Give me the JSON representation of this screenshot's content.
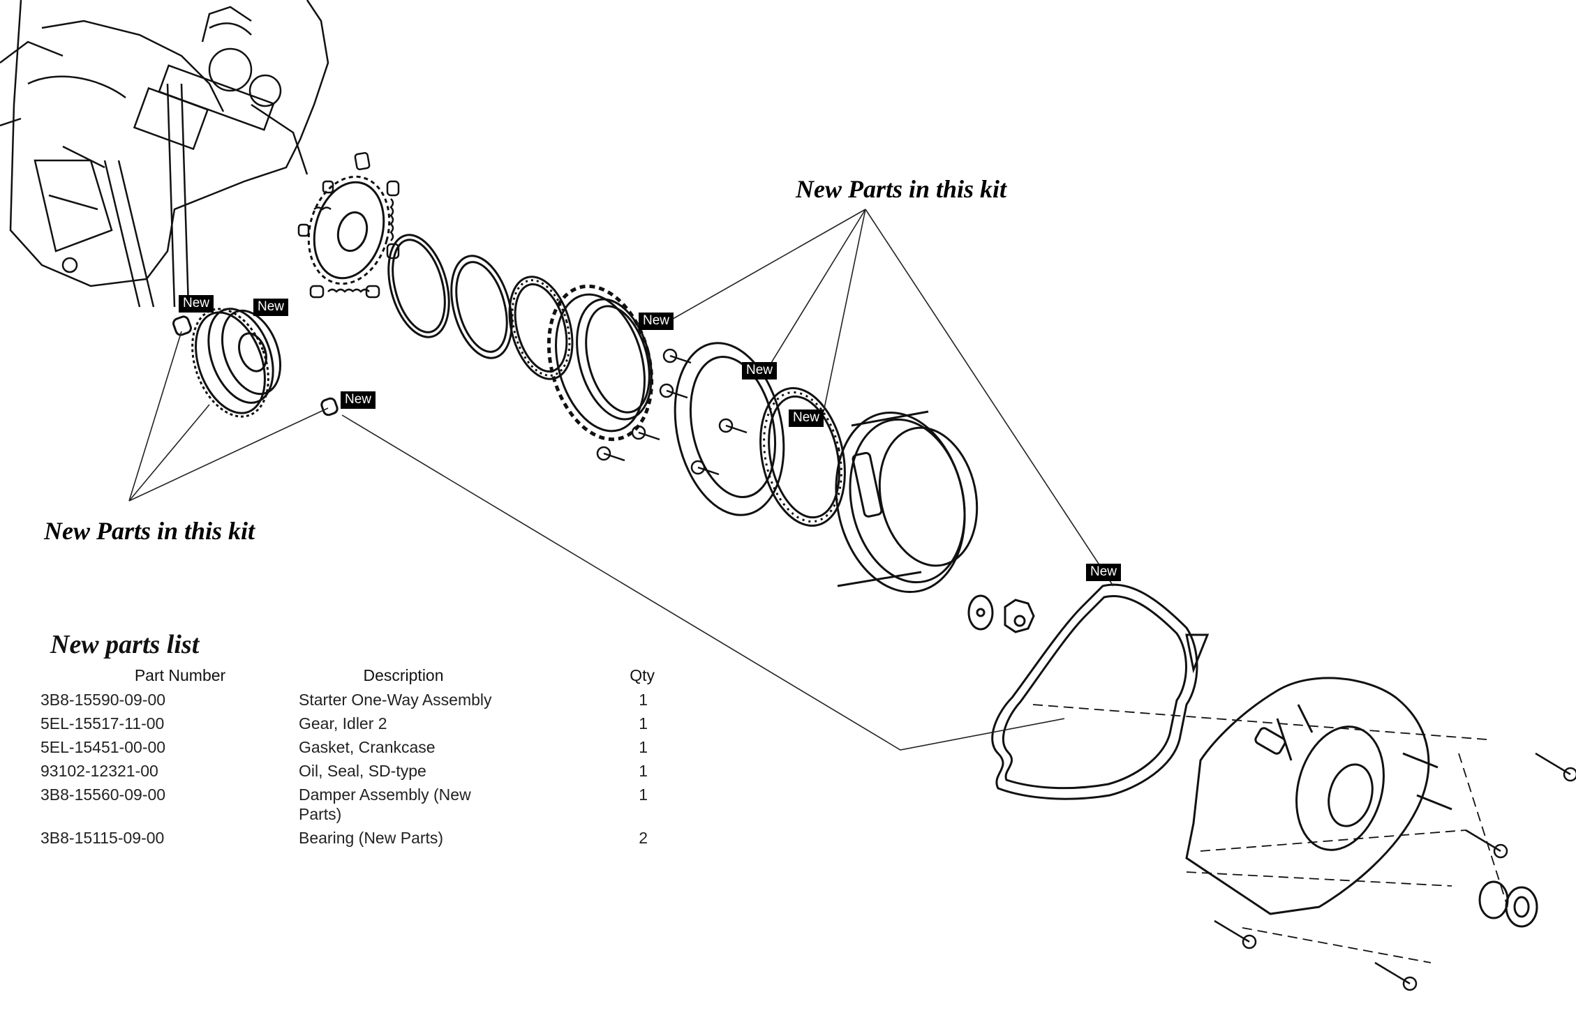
{
  "callouts": {
    "top_right_heading": "New Parts in this kit",
    "left_heading": "New Parts in this kit",
    "new_tag": "New"
  },
  "parts_list": {
    "title": "New parts list",
    "columns": [
      "Part Number",
      "Description",
      "Qty"
    ],
    "rows": [
      {
        "part_number": "3B8-15590-09-00",
        "description": "Starter One-Way Assembly",
        "qty": "1"
      },
      {
        "part_number": "5EL-15517-11-00",
        "description": "Gear, Idler 2",
        "qty": "1"
      },
      {
        "part_number": "5EL-15451-00-00",
        "description": "Gasket, Crankcase",
        "qty": "1"
      },
      {
        "part_number": "93102-12321-00",
        "description": "Oil, Seal, SD-type",
        "qty": "1"
      },
      {
        "part_number": "3B8-15560-09-00",
        "description": "Damper Assembly (New Parts)",
        "qty": "1"
      },
      {
        "part_number": "3B8-15115-09-00",
        "description": "Bearing (New Parts)",
        "qty": "2"
      }
    ]
  }
}
